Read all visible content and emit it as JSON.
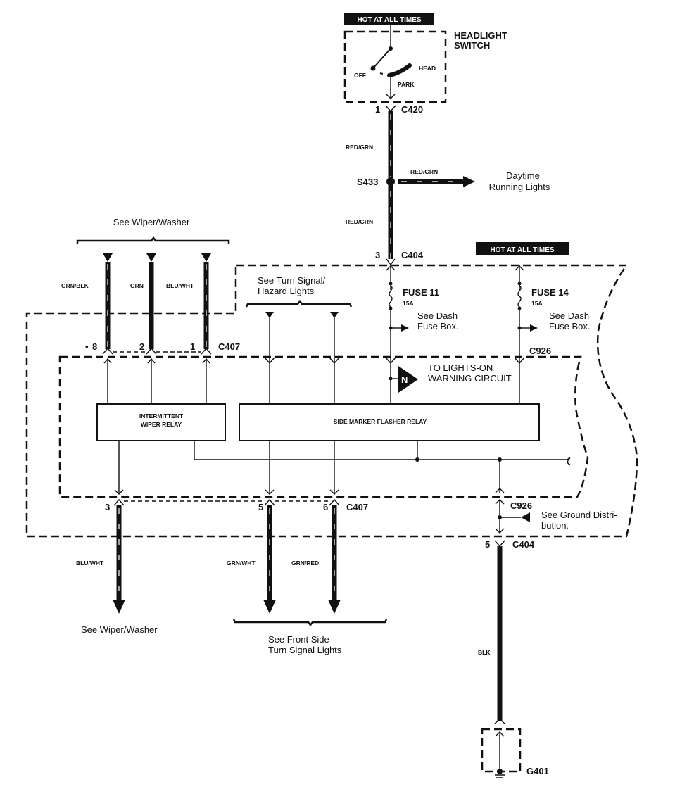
{
  "diagram": {
    "title_banners": {
      "hot_top": "HOT AT ALL TIMES",
      "hot_right": "HOT AT ALL TIMES"
    },
    "headlight_switch": {
      "name_line1": "HEADLIGHT",
      "name_line2": "SWITCH",
      "pos_off": "OFF",
      "pos_head": "HEAD",
      "pos_park": "PARK"
    },
    "connectors": {
      "c420": {
        "name": "C420",
        "pin": "1"
      },
      "c404_top": {
        "name": "C404",
        "pin": "3"
      },
      "c404_bottom": {
        "name": "C404",
        "pin": "5"
      },
      "c407_top": {
        "name": "C407",
        "pins": [
          "8",
          "2",
          "1"
        ],
        "pin8_marker": "•"
      },
      "c407_bottom": {
        "name": "C407",
        "pins": [
          "3",
          "5",
          "6"
        ]
      },
      "c926_top": {
        "name": "C926"
      },
      "c926_bottom": {
        "name": "C926"
      },
      "g401": {
        "name": "G401"
      }
    },
    "splice": {
      "name": "S433"
    },
    "wires": {
      "red_grn_upper": "RED/GRN",
      "red_grn_lower": "RED/GRN",
      "red_grn_drl": "RED/GRN",
      "grn_blk": "GRN/BLK",
      "grn": "GRN",
      "blu_wht_top": "BLU/WHT",
      "blu_wht_bottom": "BLU/WHT",
      "grn_wht": "GRN/WHT",
      "grn_red": "GRN/RED",
      "blk": "BLK"
    },
    "fuses": [
      {
        "name": "FUSE 11",
        "rating": "15A",
        "ref_line1": "See Dash",
        "ref_line2": "Fuse Box."
      },
      {
        "name": "FUSE 14",
        "rating": "15A",
        "ref_line1": "See Dash",
        "ref_line2": "Fuse Box."
      }
    ],
    "relays": {
      "wiper_line1": "INTERMITTENT",
      "wiper_line2": "WIPER RELAY",
      "side_marker": "SIDE MARKER FLASHER RELAY"
    },
    "references": {
      "drl_line1": "Daytime",
      "drl_line2": "Running Lights",
      "wiper_top": "See Wiper/Washer",
      "turn_line1": "See Turn Signal/",
      "turn_line2": "Hazard Lights",
      "lights_on_line1": "TO LIGHTS-ON",
      "lights_on_line2": "WARNING CIRCUIT",
      "lights_on_badge": "N",
      "ground_line1": "See Ground Distri-",
      "ground_line2": "bution.",
      "wiper_bottom": "See  Wiper/Washer",
      "front_side_line1": "See Front Side",
      "front_side_line2": "Turn Signal Lights"
    }
  }
}
